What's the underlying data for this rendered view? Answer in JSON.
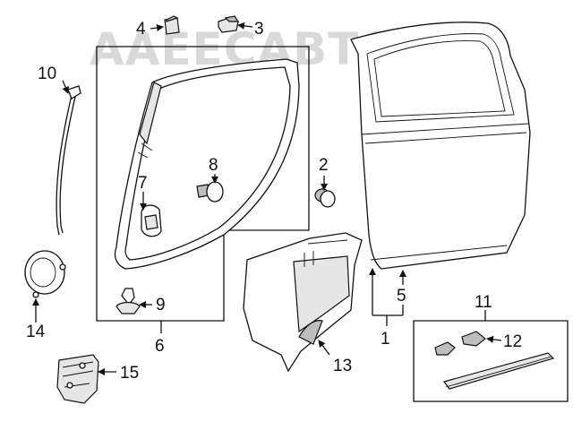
{
  "watermark": "AAEECABTO",
  "callouts": {
    "c1": "1",
    "c2": "2",
    "c3": "3",
    "c4": "4",
    "c5": "5",
    "c6": "6",
    "c7": "7",
    "c8": "8",
    "c9": "9",
    "c10": "10",
    "c11": "11",
    "c12": "12",
    "c13": "13",
    "c14": "14",
    "c15": "15"
  }
}
